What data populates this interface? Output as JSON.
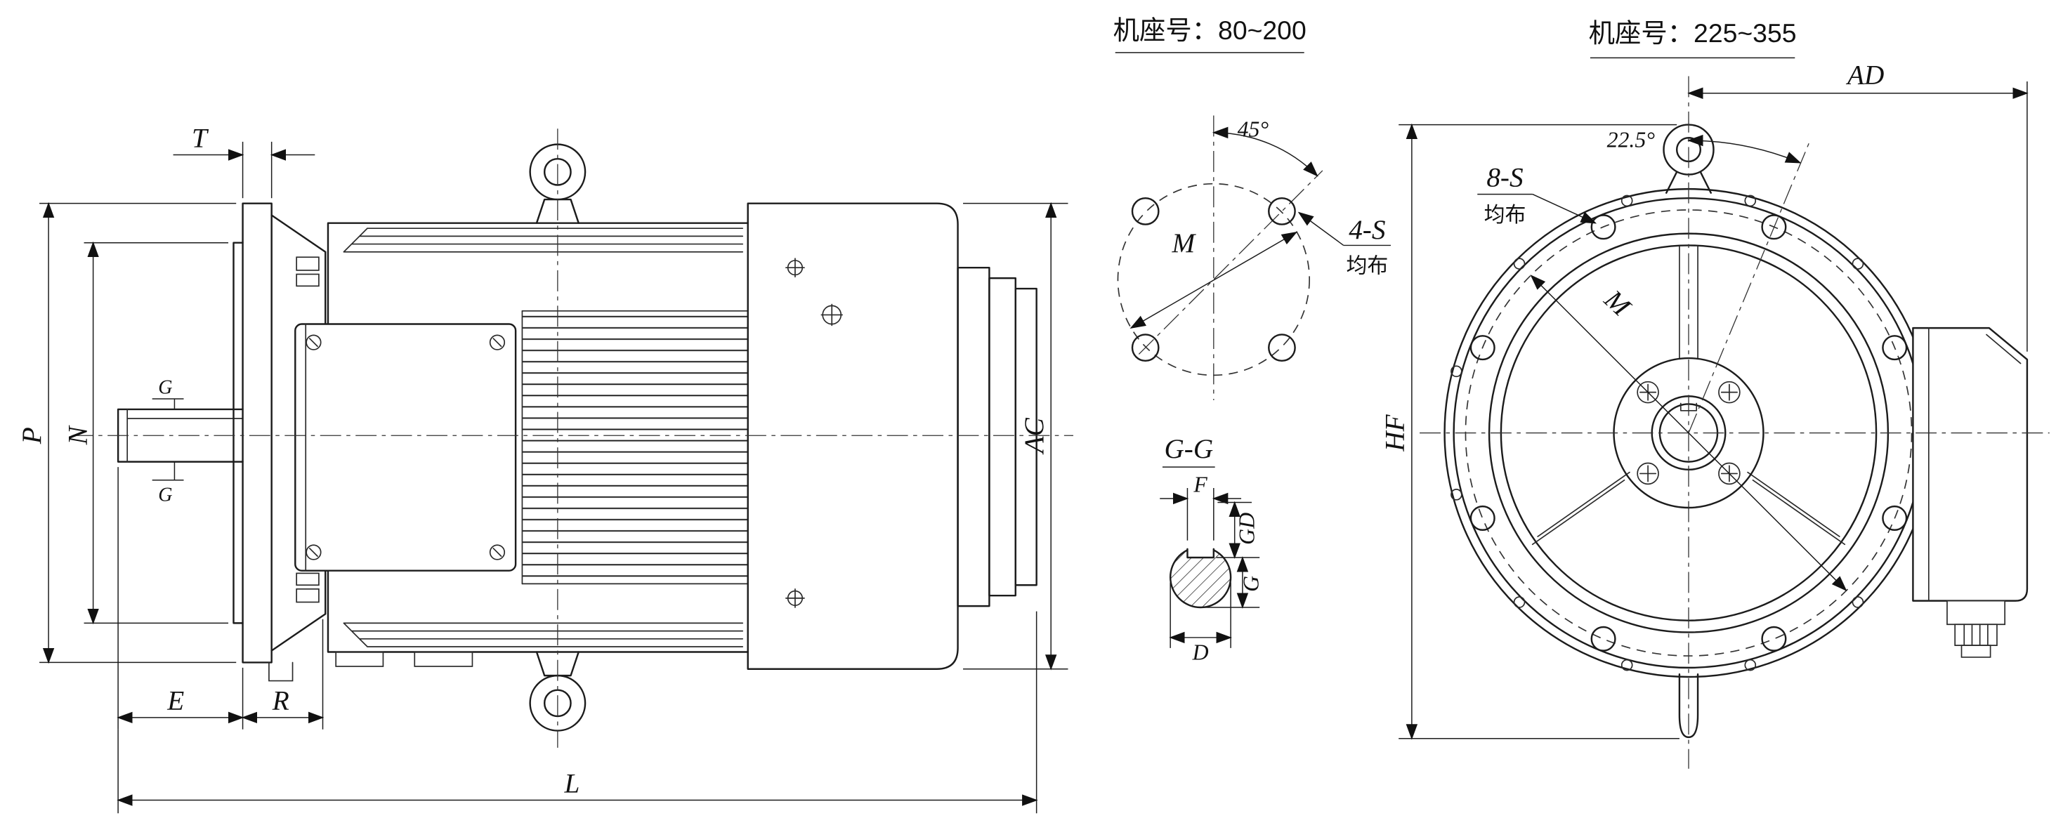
{
  "side_view": {
    "dim_T": "T",
    "dim_P": "P",
    "dim_N": "N",
    "dim_G_top": "G",
    "dim_G_bottom": "G",
    "dim_E": "E",
    "dim_R": "R",
    "dim_L": "L",
    "dim_AC": "AC"
  },
  "flange_small": {
    "title": "机座号：80~200",
    "angle": "45°",
    "dim_M": "M",
    "holes": "4-S",
    "holes_note": "均布"
  },
  "section_view": {
    "title": "G-G",
    "dim_F": "F",
    "dim_GD": "GD",
    "dim_G": "G",
    "dim_D": "D"
  },
  "flange_large": {
    "title": "机座号：225~355",
    "angle": "22.5°",
    "dim_M": "M",
    "holes": "8-S",
    "holes_note": "均布",
    "dim_AD": "AD",
    "dim_HF": "HF"
  }
}
